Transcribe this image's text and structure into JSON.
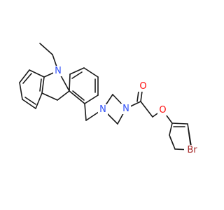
{
  "molecule": {
    "atom_labels": [
      {
        "id": "n-carbazole",
        "text": "N",
        "element": "N"
      },
      {
        "id": "n-piperazine-left",
        "text": "N",
        "element": "N"
      },
      {
        "id": "n-piperazine-right",
        "text": "N",
        "element": "N"
      },
      {
        "id": "o-carbonyl",
        "text": "O",
        "element": "O"
      },
      {
        "id": "o-ether",
        "text": "O",
        "element": "O"
      },
      {
        "id": "br",
        "text": "Br",
        "element": "Br"
      }
    ],
    "colors": {
      "bond": "#1a1a1a",
      "N": "#3050f8",
      "O": "#ff0d0d",
      "Br": "#a62929"
    }
  }
}
